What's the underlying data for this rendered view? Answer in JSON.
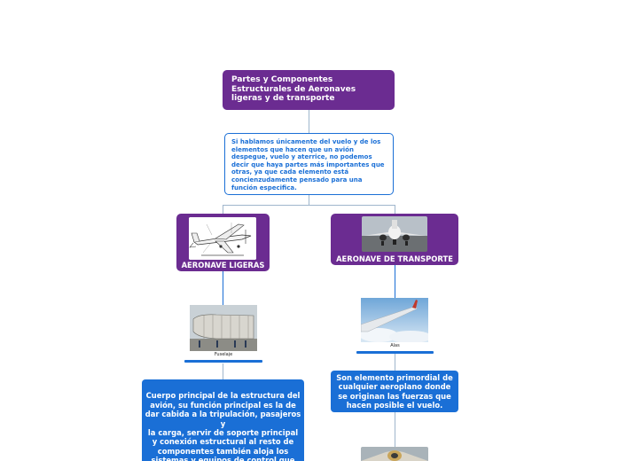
{
  "root": {
    "title": "Partes y Componentes Estructurales de Aeronaves ligeras y de transporte"
  },
  "intro": {
    "text": "Si hablamos únicamente del vuelo y de los elementos que hacen que un avión despegue, vuelo y aterrice, no podemos decir que haya partes más importantes que otras, ya que cada elemento está concienzudamente pensado para una función especifica."
  },
  "categories": [
    {
      "label": "AERONAVE LIGERAS",
      "image": "light-aircraft-diagram"
    },
    {
      "label": "AERONAVE DE TRANSPORTE",
      "image": "transport-aircraft-photo"
    }
  ],
  "light": {
    "image_caption": "Fuselaje",
    "description": "Cuerpo principal de la estructura del avión, su función principal es la de dar cabida a la tripulación, pasajeros y\nla carga, servir de soporte principal y conexión estructural al resto de componentes también aloja los sistemas y equipos de control que mantienen al avión en"
  },
  "transport": {
    "image_caption": "Alas",
    "description": "Son elemento primordial de cualquier aeroplano donde se originan las fuerzas que hacen posible el vuelo."
  },
  "colors": {
    "purple": "#6b2c91",
    "blue": "#1a6fd6",
    "connector": "#9fb6cc"
  }
}
